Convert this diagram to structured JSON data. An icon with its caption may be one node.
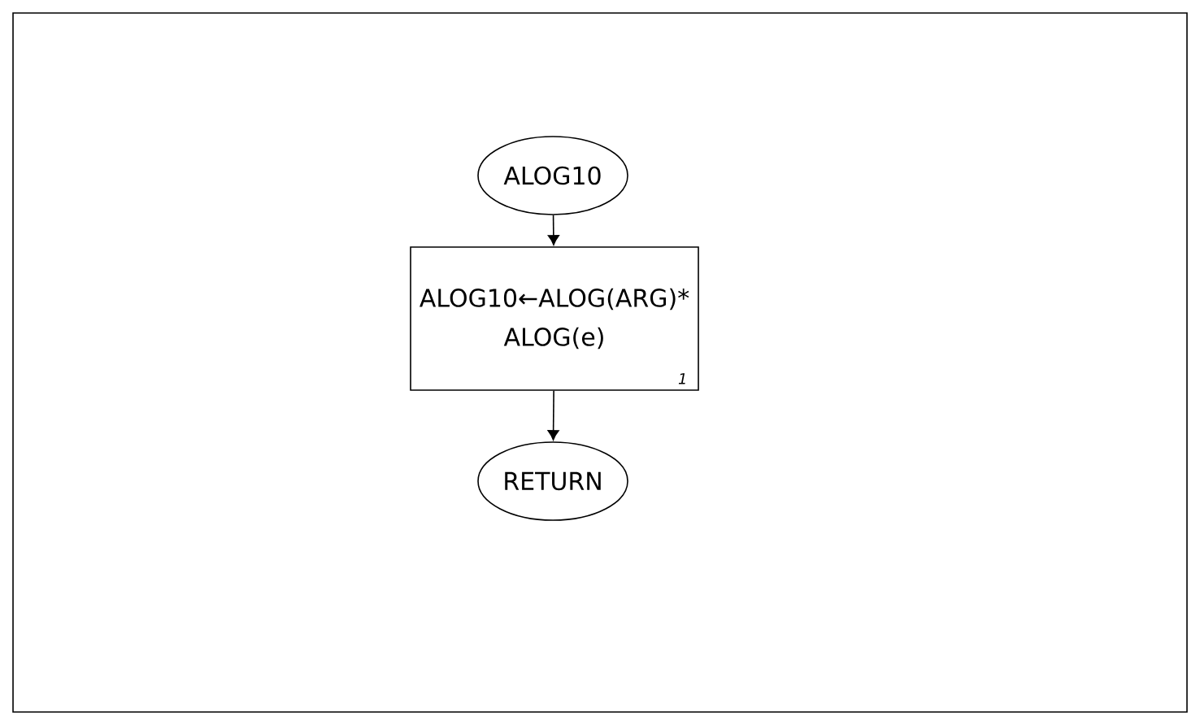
{
  "diagram": {
    "nodes": [
      {
        "text": [
          "ALOG10"
        ]
      },
      {
        "text": [
          "ALOG10←ALOG(ARG)* ALOG(e)"
        ]
      },
      {
        "text": [
          "RETURN"
        ]
      }
    ],
    "edges": [
      {
        "from": 0,
        "to": 1,
        "arrow": "to"
      },
      {
        "from": 1,
        "to": 2,
        "arrow": "to"
      }
    ],
    "labels": [
      "1"
    ]
  }
}
